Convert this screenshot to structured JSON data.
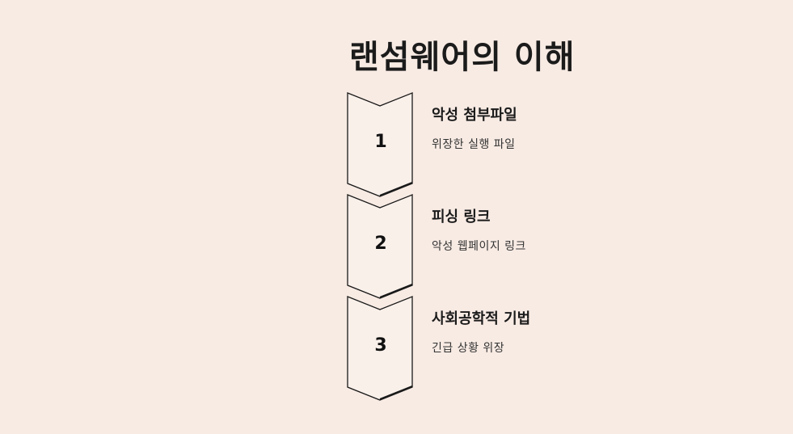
{
  "title": "랜섬웨어의 이해",
  "steps": [
    {
      "number": "1",
      "heading": "악성 첨부파일",
      "description": "위장한 실행 파일"
    },
    {
      "number": "2",
      "heading": "피싱 링크",
      "description": "악성 웹페이지 링크"
    },
    {
      "number": "3",
      "heading": "사회공학적 기법",
      "description": "긴급 상황 위장"
    }
  ],
  "colors": {
    "background": "#f8ebe4",
    "chevron_fill": "#faf0ea",
    "chevron_stroke": "#1a1a1a",
    "text": "#1b1b1b"
  }
}
